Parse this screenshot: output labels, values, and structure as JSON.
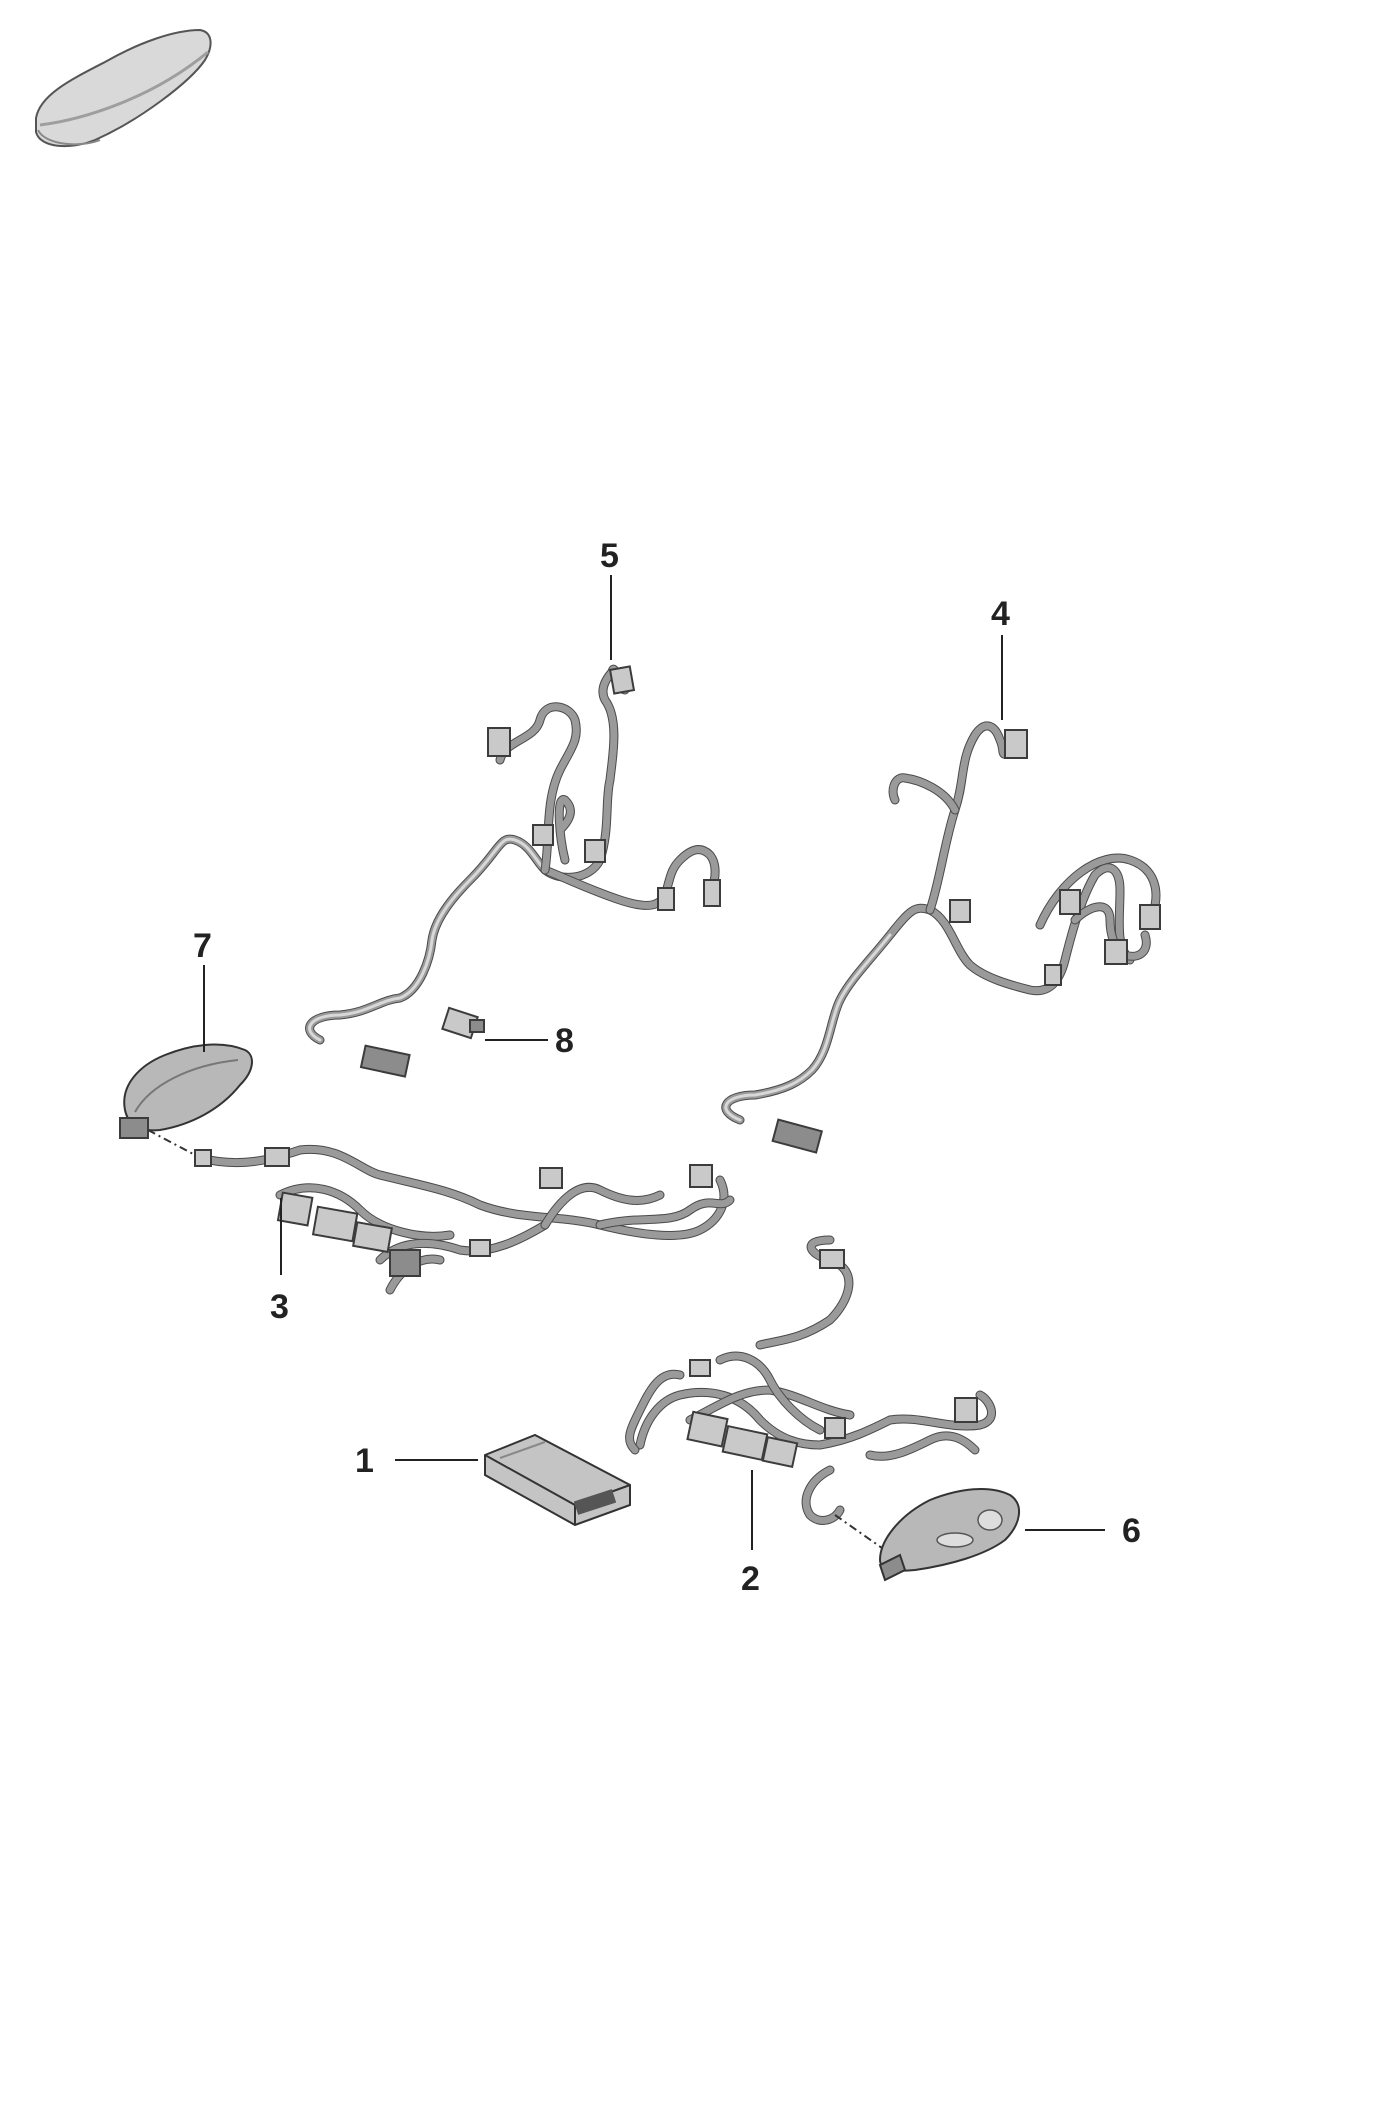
{
  "callouts": [
    {
      "id": "1",
      "label": "1"
    },
    {
      "id": "2",
      "label": "2"
    },
    {
      "id": "3",
      "label": "3"
    },
    {
      "id": "4",
      "label": "4"
    },
    {
      "id": "5",
      "label": "5"
    },
    {
      "id": "6",
      "label": "6"
    },
    {
      "id": "7",
      "label": "7"
    },
    {
      "id": "8",
      "label": "8"
    }
  ],
  "icons": {
    "car_thumbnail": "car-silhouette-icon"
  },
  "colors": {
    "background": "#ffffff",
    "part_gray": "#c9c9c9",
    "outline": "#3c3c3c",
    "callout_text": "#222222"
  }
}
